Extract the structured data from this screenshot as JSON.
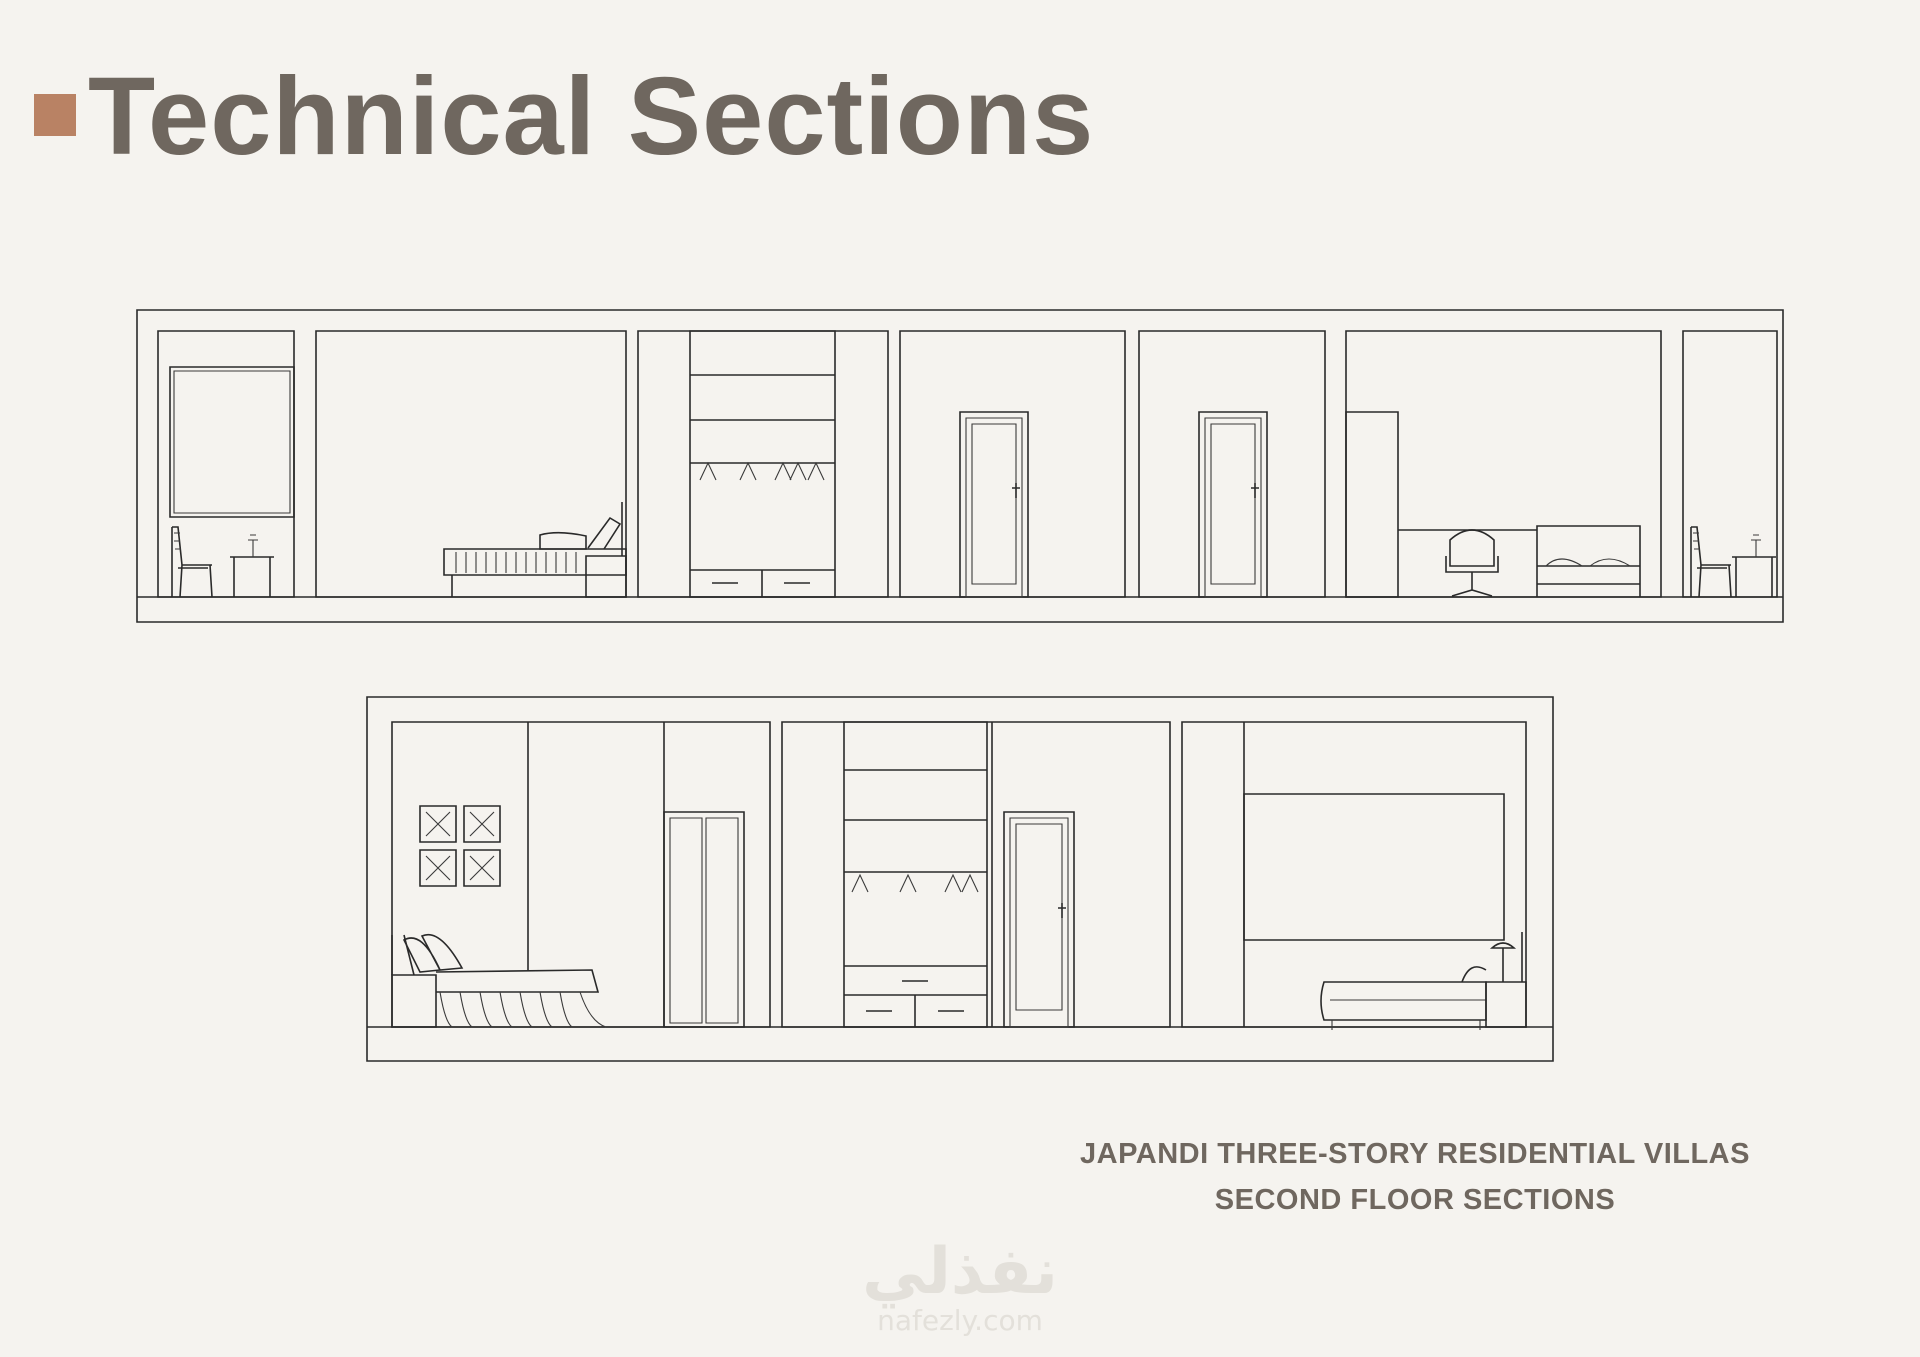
{
  "header": {
    "title": "Technical Sections",
    "accent_color": "#b98264",
    "title_color": "#6f675f"
  },
  "caption": {
    "line1": "JAPANDI THREE-STORY RESIDENTIAL VILLAS",
    "line2": "SECOND FLOOR SECTIONS"
  },
  "watermark": {
    "arabic": "نفذلي",
    "url": "nafezly.com"
  }
}
